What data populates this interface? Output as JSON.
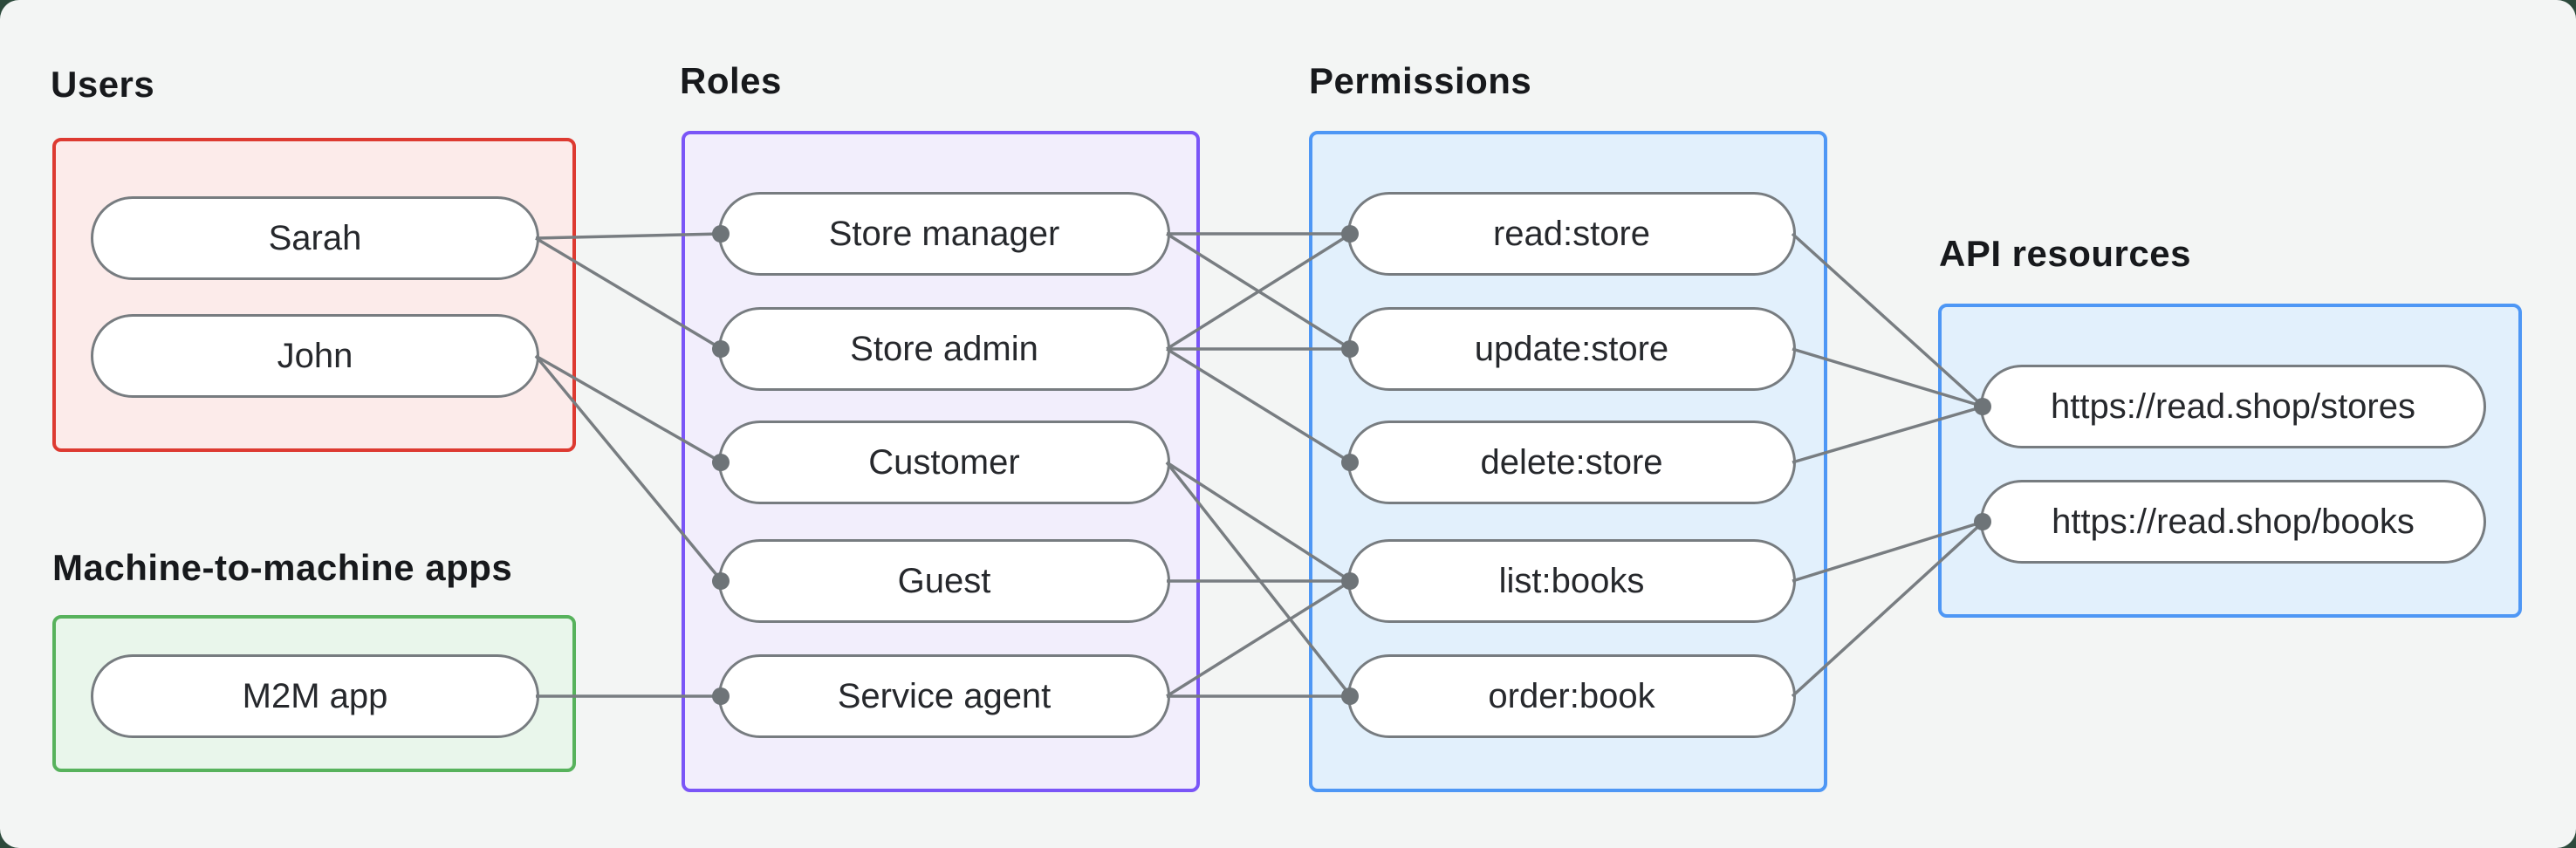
{
  "page": {
    "outer_background": "#2d4a3c",
    "card_background": "#f3f5f4"
  },
  "diagram": {
    "edge_color": "#787d81",
    "node_border_color": "#777c80",
    "dot_color": "#6e7478",
    "groups": [
      {
        "id": "users",
        "label": "Users",
        "border_color": "#dd3a31",
        "fill_color": "#fcebea"
      },
      {
        "id": "m2m",
        "label": "Machine-to-machine apps",
        "border_color": "#57b25c",
        "fill_color": "#e9f6eb"
      },
      {
        "id": "roles",
        "label": "Roles",
        "border_color": "#7a55f7",
        "fill_color": "#f2eefc"
      },
      {
        "id": "permissions",
        "label": "Permissions",
        "border_color": "#4e97f5",
        "fill_color": "#e2f0fc"
      },
      {
        "id": "api",
        "label": "API resources",
        "border_color": "#4e97f5",
        "fill_color": "#e2f0fc"
      }
    ],
    "nodes": [
      {
        "id": "sarah",
        "group": "users",
        "label": "Sarah"
      },
      {
        "id": "john",
        "group": "users",
        "label": "John"
      },
      {
        "id": "m2m_app",
        "group": "m2m",
        "label": "M2M app"
      },
      {
        "id": "store_manager",
        "group": "roles",
        "label": "Store manager"
      },
      {
        "id": "store_admin",
        "group": "roles",
        "label": "Store admin"
      },
      {
        "id": "customer",
        "group": "roles",
        "label": "Customer"
      },
      {
        "id": "guest",
        "group": "roles",
        "label": "Guest"
      },
      {
        "id": "service_agent",
        "group": "roles",
        "label": "Service agent"
      },
      {
        "id": "read_store",
        "group": "permissions",
        "label": "read:store"
      },
      {
        "id": "update_store",
        "group": "permissions",
        "label": "update:store"
      },
      {
        "id": "delete_store",
        "group": "permissions",
        "label": "delete:store"
      },
      {
        "id": "list_books",
        "group": "permissions",
        "label": "list:books"
      },
      {
        "id": "order_book",
        "group": "permissions",
        "label": "order:book"
      },
      {
        "id": "stores_api",
        "group": "api",
        "label": "https://read.shop/stores"
      },
      {
        "id": "books_api",
        "group": "api",
        "label": "https://read.shop/books"
      }
    ],
    "connections": [
      {
        "from": "sarah",
        "to": "store_manager"
      },
      {
        "from": "sarah",
        "to": "store_admin"
      },
      {
        "from": "john",
        "to": "customer"
      },
      {
        "from": "john",
        "to": "guest"
      },
      {
        "from": "m2m_app",
        "to": "service_agent"
      },
      {
        "from": "store_manager",
        "to": "read_store"
      },
      {
        "from": "store_manager",
        "to": "update_store"
      },
      {
        "from": "store_admin",
        "to": "read_store"
      },
      {
        "from": "store_admin",
        "to": "update_store"
      },
      {
        "from": "store_admin",
        "to": "delete_store"
      },
      {
        "from": "customer",
        "to": "list_books"
      },
      {
        "from": "customer",
        "to": "order_book"
      },
      {
        "from": "guest",
        "to": "list_books"
      },
      {
        "from": "service_agent",
        "to": "list_books"
      },
      {
        "from": "service_agent",
        "to": "order_book"
      },
      {
        "from": "read_store",
        "to": "stores_api"
      },
      {
        "from": "update_store",
        "to": "stores_api"
      },
      {
        "from": "delete_store",
        "to": "stores_api"
      },
      {
        "from": "list_books",
        "to": "books_api"
      },
      {
        "from": "order_book",
        "to": "books_api"
      }
    ]
  }
}
